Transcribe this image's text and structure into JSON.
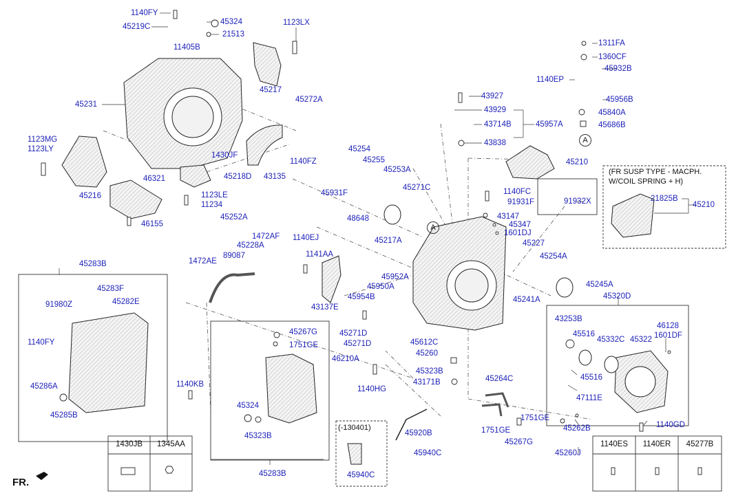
{
  "labels": {
    "l1140FY_top": "1140FY",
    "l45219C": "45219C",
    "l45324_top": "45324",
    "l21513": "21513",
    "l1123LX": "1123LX",
    "l11405B": "11405B",
    "l45217": "45217",
    "l45231": "45231",
    "l45272A": "45272A",
    "l1123MG": "1123MG",
    "l1123LY": "1123LY",
    "l1430JF": "1430JF",
    "l1140FZ": "1140FZ",
    "l45218D": "45218D",
    "l43135": "43135",
    "l46321": "46321",
    "l45216": "45216",
    "l1123LE": "1123LE",
    "l11234": "11234",
    "l46155": "46155",
    "l45252A": "45252A",
    "l1472AF": "1472AF",
    "l45228A": "45228A",
    "l1472AE": "1472AE",
    "l89087": "89087",
    "l45283B_top": "45283B",
    "l45283F": "45283F",
    "l91980Z": "91980Z",
    "l45282E": "45282E",
    "l1140FY_mid": "1140FY",
    "l45286A": "45286A",
    "l45285B": "45285B",
    "l1140KB": "1140KB",
    "l45267G_top": "45267G",
    "l1751GE_top": "1751GE",
    "l45324_bot": "45324",
    "l45323B_bot": "45323B",
    "l45283B_bot": "45283B",
    "l1311FA": "1311FA",
    "l1360CF": "1360CF",
    "l1140EP": "1140EP",
    "l45932B": "45932B",
    "l45956B": "45956B",
    "l45840A": "45840A",
    "l45686B": "45686B",
    "l43927": "43927",
    "l43929": "43929",
    "l43714B": "43714B",
    "l45957A": "45957A",
    "l43838": "43838",
    "l45254_top": "45254",
    "l45255": "45255",
    "l45253A": "45253A",
    "l45210_top": "45210",
    "l1140FC": "1140FC",
    "l91931F": "91931F",
    "l91932X": "91932X",
    "l45931F": "45931F",
    "l45271C_top": "45271C",
    "l48648": "48648",
    "l1140EJ": "1140EJ",
    "l45217A": "45217A",
    "l43147": "43147",
    "l45347": "45347",
    "l1601DJ": "1601DJ",
    "l45227": "45227",
    "l1141AA": "1141AA",
    "l45254A": "45254A",
    "l45952A": "45952A",
    "l45950A": "45950A",
    "l45245A": "45245A",
    "l45954B": "45954B",
    "l45241A": "45241A",
    "l43137E": "43137E",
    "l45320D": "45320D",
    "l45271D_1": "45271D",
    "l45271D_2": "45271D",
    "l45612C": "45612C",
    "l45260_mid": "45260",
    "l46210A": "46210A",
    "l45323B_mid": "45323B",
    "l43171B": "43171B",
    "l1140HG": "1140HG",
    "l43253B": "43253B",
    "l46128": "46128",
    "l1601DF": "1601DF",
    "l45516_top": "45516",
    "l45332C": "45332C",
    "l45322": "45322",
    "l45516_bot": "45516",
    "l47111E": "47111E",
    "l45264C": "45264C",
    "l1751GE_r": "1751GE",
    "l1751GE_l": "1751GE",
    "l45267G_bot": "45267G",
    "l45262B": "45262B",
    "l1140GD": "1140GD",
    "l45260J": "45260J",
    "l45920B": "45920B",
    "l45940C_r": "45940C",
    "l45940C_box": "45940C",
    "l130401": "(-130401)",
    "l21825B": "21825B",
    "l45210_inset": "45210"
  },
  "inset": {
    "line1": "(FR SUSP TYPE - MACPH.",
    "line2": "W/COIL SPRING + H)"
  },
  "keys_left": [
    "1430JB",
    "1345AA"
  ],
  "keys_right": [
    "1140ES",
    "1140ER",
    "45277B"
  ],
  "callout_letter": "A",
  "front_mark": "FR."
}
